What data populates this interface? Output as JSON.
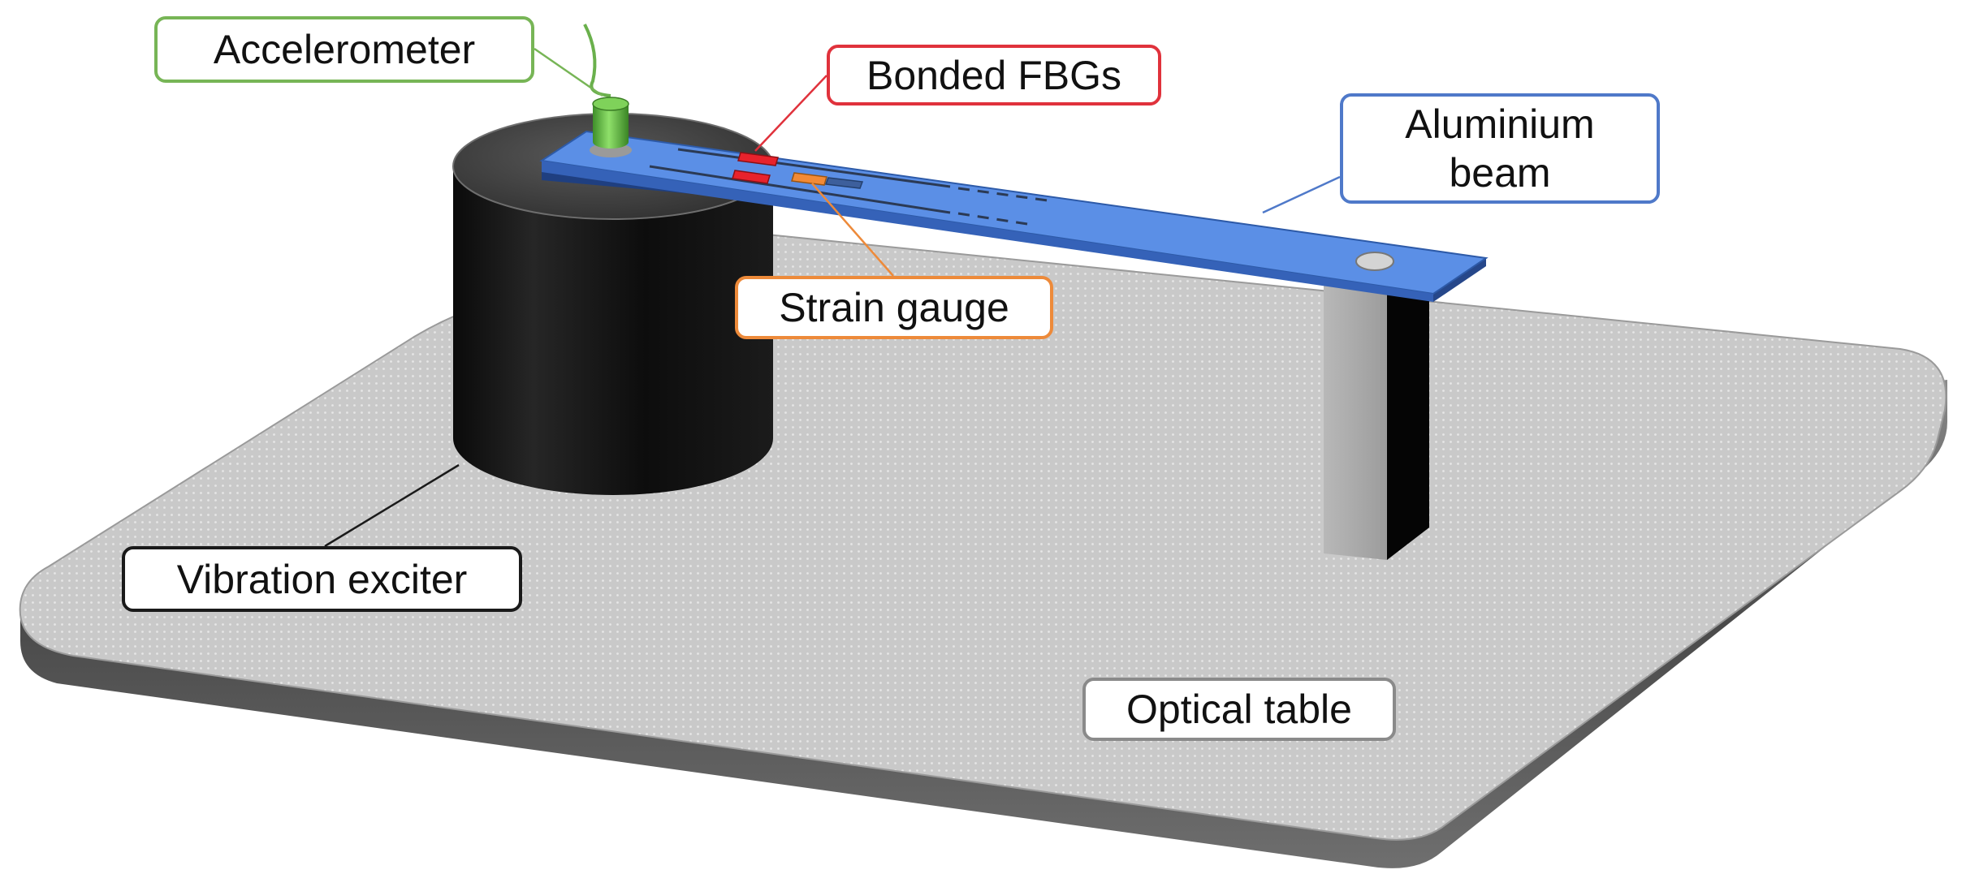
{
  "labels": {
    "accelerometer": "Accelerometer",
    "bonded_fbgs": "Bonded FBGs",
    "aluminium_beam_line1": "Aluminium",
    "aluminium_beam_line2": "beam",
    "strain_gauge": "Strain gauge",
    "vibration_exciter": "Vibration exciter",
    "optical_table": "Optical table"
  },
  "colors": {
    "accelerometer": "#77b556",
    "bonded_fbgs": "#e0323c",
    "aluminium_beam": "#4f79c9",
    "strain_gauge": "#ed8a3a",
    "vibration_exciter": "#1a1a1a",
    "optical_table": "#8a8a8a",
    "beam_fill": "#5b8fe6",
    "table_surface": "#cccccc"
  }
}
